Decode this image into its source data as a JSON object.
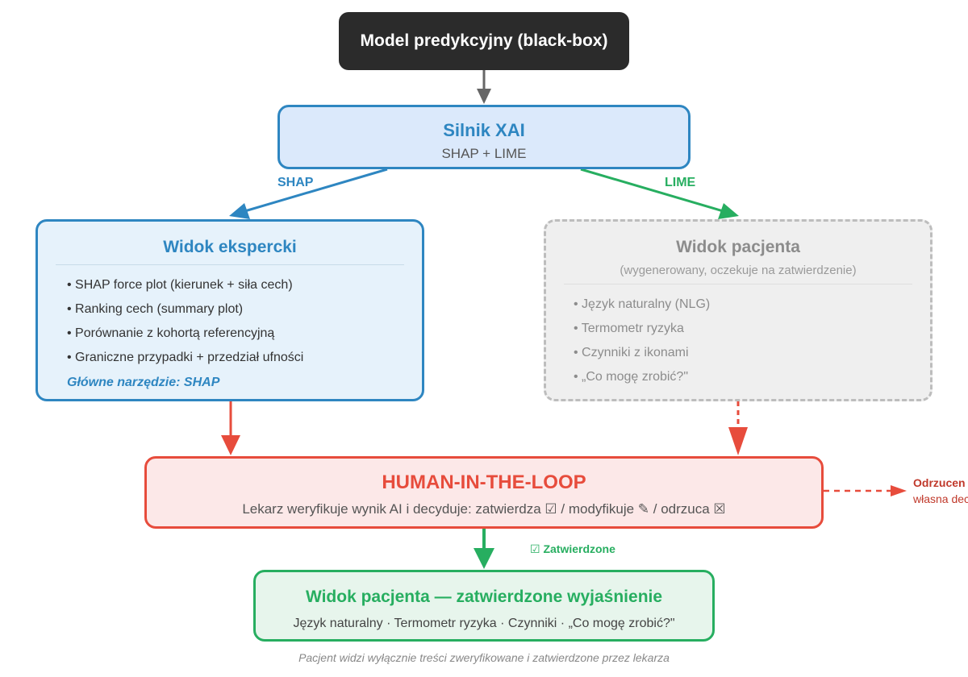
{
  "model": {
    "label": "Model predykcyjny (black-box)"
  },
  "xai": {
    "title": "Silnik XAI",
    "subtitle": "SHAP + LIME"
  },
  "edges": {
    "shap": "SHAP",
    "lime": "LIME",
    "approved": "☑ Zatwierdzone"
  },
  "expert_view": {
    "title": "Widok ekspercki",
    "items": [
      "SHAP force plot (kierunek + siła cech)",
      "Ranking cech (summary plot)",
      "Porównanie z kohortą referencyjną",
      "Graniczne przypadki + przedział ufności"
    ],
    "tool": "Główne narzędzie: SHAP"
  },
  "patient_view": {
    "title": "Widok pacjenta",
    "subtitle": "(wygenerowany, oczekuje na zatwierdzenie)",
    "items": [
      "Język naturalny (NLG)",
      "Termometr ryzyka",
      "Czynniki z ikonami",
      "„Co mogę zrobić?\""
    ]
  },
  "hitl": {
    "title": "HUMAN-IN-THE-LOOP",
    "subtitle": "Lekarz weryfikuje wynik AI i decyduje: zatwierdza ☑ / modyfikuje ✎ / odrzuca ☒"
  },
  "rejected": {
    "line1": "Odrzucen",
    "line2": "własna dec"
  },
  "final_view": {
    "title": "Widok pacjenta — zatwierdzone wyjaśnienie",
    "subtitle": "Język naturalny · Termometr ryzyka · Czynniki · „Co mogę zrobić?\""
  },
  "footer": "Pacjent widzi wyłącznie treści zweryfikowane i zatwierdzone przez lekarza",
  "colors": {
    "dark": "#2b2b2b",
    "blue": "#2e86c1",
    "green": "#27ae60",
    "red": "#e74c3c",
    "gray": "#bdbdbd",
    "arrow_gray": "#666666"
  }
}
